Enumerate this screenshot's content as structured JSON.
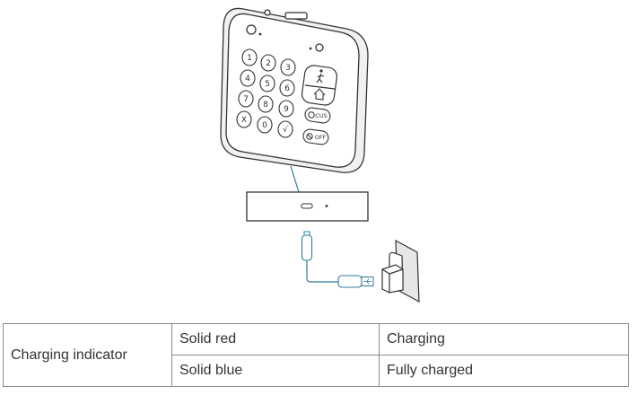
{
  "keypad": {
    "keys": [
      "1",
      "2",
      "3",
      "4",
      "5",
      "6",
      "7",
      "8",
      "9",
      "X",
      "0",
      "√"
    ],
    "cus_label": "CUS",
    "off_label": "OFF"
  },
  "charging_table": {
    "label": "Charging indicator",
    "rows": [
      {
        "indicator": "Solid red",
        "status": "Charging"
      },
      {
        "indicator": "Solid blue",
        "status": "Fully charged"
      }
    ]
  },
  "colors": {
    "line": "#333333",
    "cable": "#2e7d9a",
    "table_border": "#8a8a8a"
  }
}
